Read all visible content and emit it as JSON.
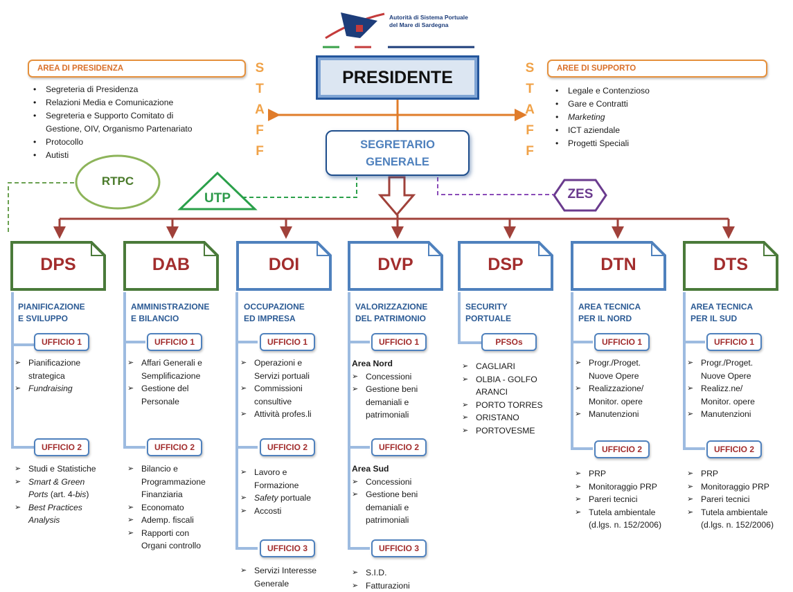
{
  "logo": {
    "line1": "Autorità di Sistema Portuale",
    "line2": "del Mare di Sardegna"
  },
  "presidente": "PRESIDENTE",
  "segretario": {
    "line1": "SEGRETARIO",
    "line2": "GENERALE"
  },
  "area_presidenza": {
    "title": "AREA DI PRESIDENZA",
    "items": [
      "Segreteria di Presidenza",
      "Relazioni Media e Comunicazione",
      "Segreteria e Supporto Comitato di",
      "Gestione, OIV, Organismo Partenariato",
      "Protocollo",
      "Autisti"
    ]
  },
  "aree_supporto": {
    "title": "AREE DI SUPPORTO",
    "items": [
      "Legale e Contenzioso",
      "Gare e Contratti",
      "Marketing",
      "ICT aziendale",
      "Progetti Speciali"
    ]
  },
  "staff_letters": [
    "S",
    "T",
    "A",
    "F",
    "F"
  ],
  "rtpc": "RTPC",
  "utp": "UTP",
  "zes": "ZES",
  "colors": {
    "blue_border": "#4f81bd",
    "green_border": "#4a7a3a",
    "dept_text": "#a22d2d",
    "staff": "#f0a248",
    "arrow": "#a0413a"
  },
  "departments": [
    {
      "code": "DPS",
      "sub1": "PIANIFICAZIONE",
      "sub2": "E SVILUPPO",
      "u1": "UFFICIO 1",
      "u1_items": [
        "Pianificazione",
        "strategica",
        "Fundraising"
      ],
      "u2": "UFFICIO 2",
      "u2_items": [
        "Studi e Statistiche",
        "Smart & Green",
        "Ports (art. 4-bis)",
        "Best Practices",
        "Analysis"
      ]
    },
    {
      "code": "DAB",
      "sub1": "AMMINISTRAZIONE",
      "sub2": "E BILANCIO",
      "u1": "UFFICIO 1",
      "u1_items": [
        "Affari Generali e",
        "Semplificazione",
        "Gestione del",
        "Personale"
      ],
      "u2": "UFFICIO 2",
      "u2_items": [
        "Bilancio e",
        "Programmazione",
        "Finanziaria",
        "Economato",
        "Ademp. fiscali",
        "Rapporti con",
        "Organi controllo"
      ]
    },
    {
      "code": "DOI",
      "sub1": "OCCUPAZIONE",
      "sub2": "ED IMPRESA",
      "u1": "UFFICIO 1",
      "u1_items": [
        "Operazioni e",
        "Servizi portuali",
        "Commissioni",
        "consultive",
        "Attività profes.li"
      ],
      "u2": "UFFICIO 2",
      "u2_items": [
        "Lavoro e",
        "Formazione",
        "Safety portuale",
        "Accosti"
      ],
      "u3": "UFFICIO 3",
      "u3_items": [
        "Servizi Interesse",
        "Generale"
      ]
    },
    {
      "code": "DVP",
      "sub1": "VALORIZZAZIONE",
      "sub2": "DEL PATRIMONIO",
      "u1": "UFFICIO 1",
      "u1_items": [
        "Area Nord",
        "Concessioni",
        "Gestione beni",
        "demaniali e",
        "patrimoniali"
      ],
      "u2": "UFFICIO 2",
      "u2_items": [
        "Area Sud",
        "Concessioni",
        "Gestione beni",
        "demaniali e",
        "patrimoniali"
      ],
      "u3": "UFFICIO 3",
      "u3_items": [
        "S.I.D.",
        "Fatturazioni"
      ]
    },
    {
      "code": "DSP",
      "sub1": "SECURITY",
      "sub2": "PORTUALE",
      "u1": "PFSOs",
      "u1_items": [
        "CAGLIARI",
        "OLBIA - GOLFO",
        "ARANCI",
        "PORTO TORRES",
        "ORISTANO",
        "PORTOVESME"
      ]
    },
    {
      "code": "DTN",
      "sub1": "AREA TECNICA",
      "sub2": "PER IL NORD",
      "u1": "UFFICIO 1",
      "u1_items": [
        "Progr./Proget.",
        "Nuove Opere",
        "Realizzazione/",
        "Monitor. opere",
        "Manutenzioni"
      ],
      "u2": "UFFICIO 2",
      "u2_items": [
        "PRP",
        "Monitoraggio PRP",
        "Pareri tecnici",
        "Tutela ambientale",
        "(d.lgs. n. 152/2006)"
      ]
    },
    {
      "code": "DTS",
      "sub1": "AREA TECNICA",
      "sub2": "PER IL SUD",
      "u1": "UFFICIO 1",
      "u1_items": [
        "Progr./Proget.",
        "Nuove Opere",
        "Realizz.ne/",
        "Monitor. opere",
        "Manutenzioni"
      ],
      "u2": "UFFICIO 2",
      "u2_items": [
        "PRP",
        "Monitoraggio PRP",
        "Pareri tecnici",
        "Tutela ambientale",
        "(d.lgs. n. 152/2006)"
      ]
    }
  ]
}
